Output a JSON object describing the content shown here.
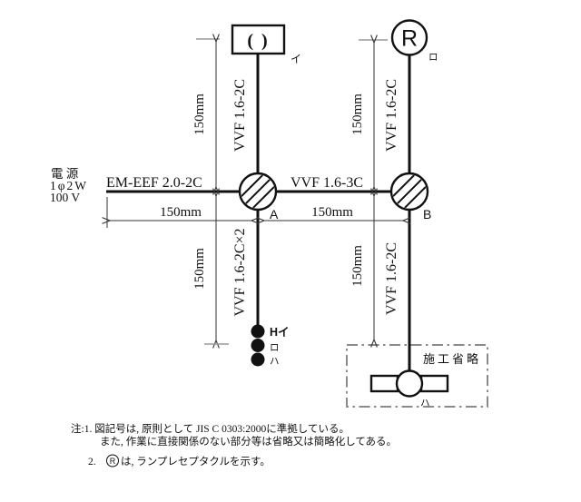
{
  "colors": {
    "line": "#111111",
    "dimension": "#333333",
    "tick": "#9a9a9a",
    "dashed_box": "#8a8a8a",
    "background": "#ffffff"
  },
  "source": {
    "line1": "電 源",
    "line2": "1φ2W",
    "line3": "100 V"
  },
  "cables": {
    "source_cable": "EM-EEF 2.0-2C",
    "a_b": "VVF 1.6-3C",
    "a_up": "VVF 1.6-2C",
    "b_up": "VVF 1.6-2C",
    "a_down": "VVF 1.6-2C×2",
    "b_down": "VVF 1.6-2C"
  },
  "dimensions": {
    "a_up": "150mm",
    "b_up": "150mm",
    "a_down": "150mm",
    "b_down": "150mm",
    "source_a": "150mm",
    "a_b": "150mm"
  },
  "devices": {
    "ceiling_rosette": {
      "symbol": "( )",
      "label": "イ"
    },
    "lamp_receptacle": {
      "symbol": "R",
      "label": "ロ"
    },
    "junction_a": {
      "label": "A"
    },
    "junction_b": {
      "label": "B"
    },
    "switch_1": {
      "label": "Hイ"
    },
    "switch_2": {
      "label": "ロ"
    },
    "switch_3": {
      "label": "ハ"
    },
    "omitted_lamp": {
      "label": "ハ"
    },
    "omitted_area_label": "施工省略"
  },
  "notes": {
    "line1": "注:1. 図記号は, 原則として JIS C 0303:2000に準拠している。",
    "line2": "また, 作業に直接関係のない部分等は省略又は簡略化してある。",
    "item2_prefix": "2.",
    "item2_symbol": "R",
    "item2_text": "は, ランプレセプタクルを示す。"
  }
}
